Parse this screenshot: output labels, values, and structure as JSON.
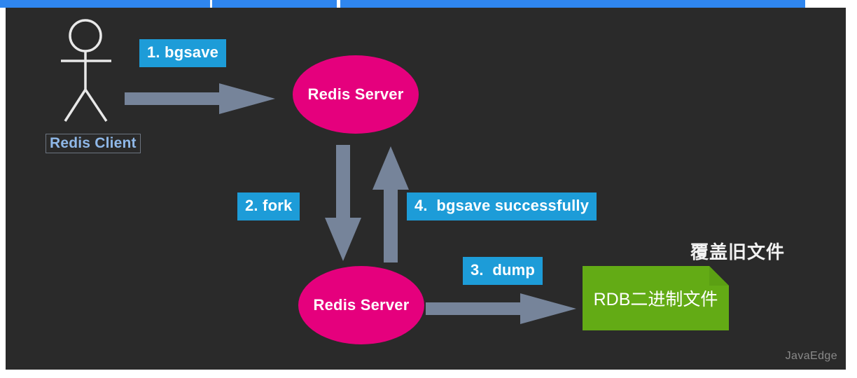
{
  "page": {
    "title": "Redis RDB bgsave flow diagram",
    "canvas_bg": "#2a2a2a",
    "accent_blue": "#1d9cd8",
    "topbar_blue": "#2f86ef",
    "node_pink": "#e5007d",
    "file_green": "#63ab15",
    "arrow_gray": "#76849a"
  },
  "topbar": {
    "segments": [
      "progress-segment-1",
      "progress-segment-2",
      "progress-segment-3"
    ]
  },
  "actor": {
    "icon": "stick-figure-icon",
    "label": "Redis Client"
  },
  "nodes": [
    {
      "id": "redis-server-parent",
      "label": "Redis Server"
    },
    {
      "id": "redis-server-child",
      "label": "Redis Server"
    }
  ],
  "steps": [
    {
      "id": "step-1",
      "label": "1. bgsave"
    },
    {
      "id": "step-2",
      "label": "2. fork"
    },
    {
      "id": "step-3",
      "label": "3.  dump"
    },
    {
      "id": "step-4",
      "label": "4.  bgsave successfully"
    }
  ],
  "arrows": [
    {
      "id": "arrow-client-to-server",
      "direction": "right"
    },
    {
      "id": "arrow-fork-down",
      "direction": "down"
    },
    {
      "id": "arrow-bgsave-up",
      "direction": "up"
    },
    {
      "id": "arrow-dump-right",
      "direction": "right"
    }
  ],
  "file": {
    "icon": "document-icon",
    "label": "RDB二进制文件"
  },
  "note": {
    "text": "覆盖旧文件"
  },
  "watermark": {
    "text": "JavaEdge"
  }
}
